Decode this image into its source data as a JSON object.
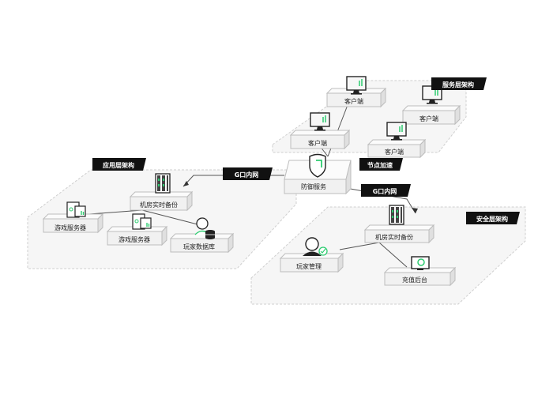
{
  "colors": {
    "accent": "#2ecc71",
    "tag_bg": "#111111",
    "box_top": "#f3f3f3",
    "box_side": "#e2e2e2",
    "line": "#555555"
  },
  "regions": {
    "service": {
      "tag": "服务层架构"
    },
    "application": {
      "tag": "应用层架构"
    },
    "security": {
      "tag": "安全层架构"
    }
  },
  "service": {
    "clients": [
      {
        "label": "客户端",
        "icon": "monitor-icon"
      },
      {
        "label": "客户端",
        "icon": "monitor-icon"
      },
      {
        "label": "客户端",
        "icon": "monitor-icon"
      },
      {
        "label": "客户端",
        "icon": "monitor-icon"
      }
    ]
  },
  "center": {
    "defense": {
      "label": "防御服务",
      "icon": "shield-icon"
    },
    "node_tag": "节点加速",
    "link_left_tag": "G口内网",
    "link_right_tag": "G口内网"
  },
  "application": {
    "backup": {
      "label": "机房实时备份",
      "icon": "server-rack-icon"
    },
    "servers": [
      {
        "label": "游戏服务器",
        "icon": "game-server-icon"
      },
      {
        "label": "游戏服务器",
        "icon": "game-server-icon"
      }
    ],
    "database": {
      "label": "玩家数据库",
      "icon": "database-user-icon"
    }
  },
  "security": {
    "backup": {
      "label": "机房实时备份",
      "icon": "server-rack-icon"
    },
    "player_mgmt": {
      "label": "玩家管理",
      "icon": "user-check-icon"
    },
    "recharge": {
      "label": "充值后台",
      "icon": "monitor-gear-icon"
    }
  }
}
